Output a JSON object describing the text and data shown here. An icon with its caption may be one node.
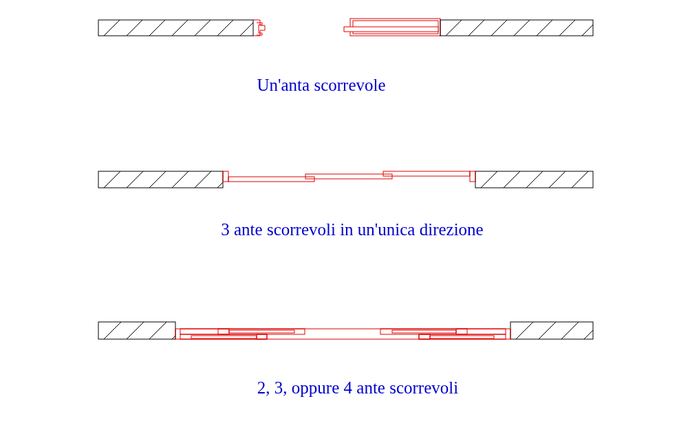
{
  "diagram": {
    "labels": [
      "Un'anta scorrevole",
      "3 ante scorrevoli in un'unica direzione",
      "2, 3, oppure 4 ante scorrevoli"
    ]
  }
}
